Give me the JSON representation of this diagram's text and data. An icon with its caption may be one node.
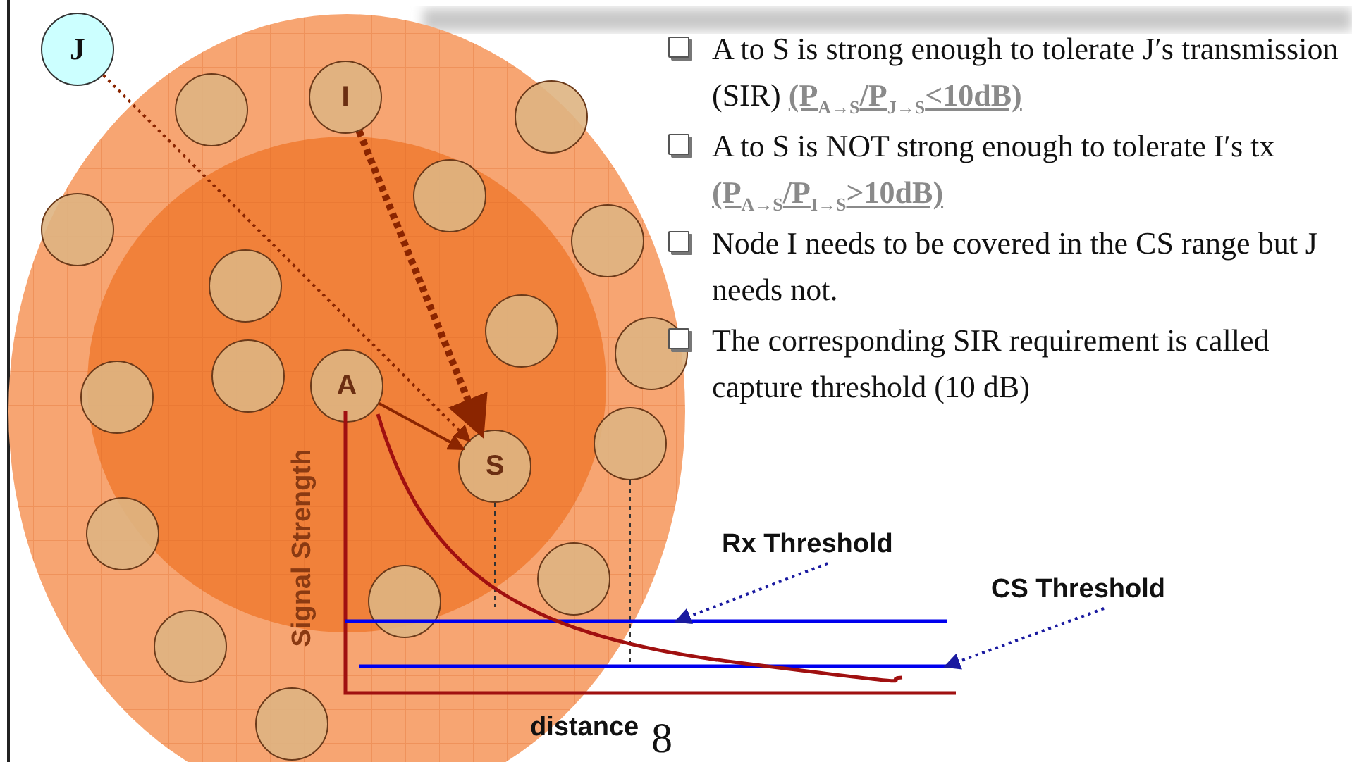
{
  "diagram": {
    "nodes": [
      {
        "text": [
          "J"
        ]
      },
      {
        "text": [
          "I"
        ]
      },
      {
        "text": [
          "A"
        ]
      },
      {
        "text": [
          "S"
        ]
      },
      {
        "text": [],
        "shape": "circle"
      },
      {
        "text": [],
        "shape": "circle"
      },
      {
        "text": [],
        "shape": "circle"
      },
      {
        "text": [],
        "shape": "circle"
      },
      {
        "text": [],
        "shape": "circle"
      },
      {
        "text": [],
        "shape": "circle"
      },
      {
        "text": [],
        "shape": "circle"
      },
      {
        "text": [],
        "shape": "circle"
      },
      {
        "text": [],
        "shape": "circle"
      },
      {
        "text": [],
        "shape": "circle"
      },
      {
        "text": [],
        "shape": "circle"
      },
      {
        "text": [],
        "shape": "circle"
      },
      {
        "text": [],
        "shape": "circle"
      },
      {
        "text": [],
        "shape": "circle"
      },
      {
        "text": [],
        "shape": "circle"
      },
      {
        "text": [],
        "shape": "circle"
      },
      {
        "text": [
          "Rx Threshold"
        ]
      },
      {
        "text": [
          "CS Threshold"
        ]
      }
    ],
    "edges": [
      {
        "from": 0,
        "to": 3,
        "arrow": "to",
        "style": "dashed"
      },
      {
        "from": 1,
        "to": 3,
        "arrow": "to",
        "style": "dashed"
      },
      {
        "from": 2,
        "to": 3,
        "arrow": "to"
      },
      {
        "from": 20,
        "to": null,
        "arrow": "to",
        "style": "dashed",
        "color": "#1a1aa0"
      },
      {
        "from": 21,
        "to": null,
        "arrow": "to",
        "style": "dashed",
        "color": "#1a1aa0"
      }
    ],
    "labels": [
      "A to S is strong enough to tolerate J′s transmission (SIR) **(P$_{A→S}$/P$_{J→S}$<10dB)**",
      "A to S is NOT strong enough to tolerate I′s tx **(P$_{A→S}$/P$_{I→S}$>10dB)**",
      "Node I needs to be covered in the CS range but J needs not.",
      "The corresponding SIR requirement is called capture threshold (10 dB)",
      "Signal Strength",
      "distance",
      "8"
    ]
  }
}
